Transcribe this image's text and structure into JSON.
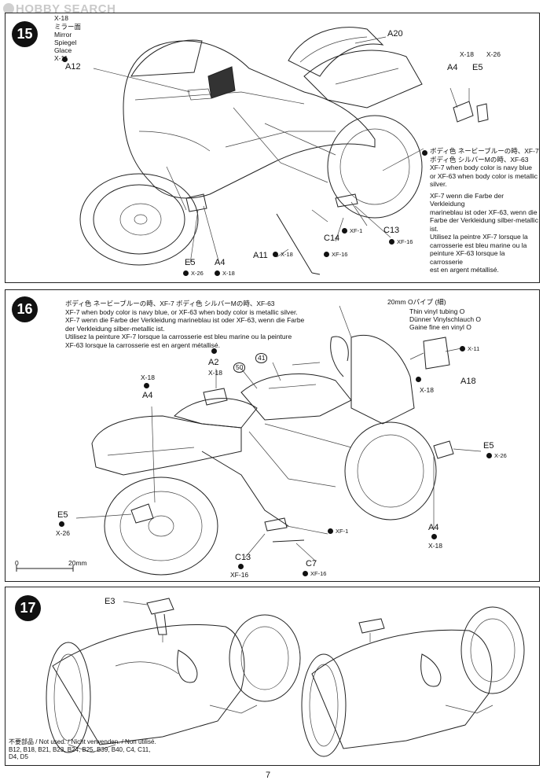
{
  "watermark": "HOBBY SEARCH",
  "page_number": "7",
  "step15": {
    "num": "15",
    "mirror_jp": "ミラー面",
    "mirror_en": "Mirror",
    "mirror_de": "Spiegel",
    "mirror_fr": "Glace",
    "x18_top": "X-18",
    "x11": "X-11",
    "label_a12": "A12",
    "label_a20": "A20",
    "label_a4_r": "A4",
    "label_e5_r": "E5",
    "x18_a4r": "X-18",
    "x26_e5r": "X-26",
    "label_e5_l": "E5",
    "x26_e5l": "X-26",
    "label_a4_l": "A4",
    "x18_a4l": "X-18",
    "label_a11": "A11",
    "x18_a11": "X-18",
    "label_c14": "C14",
    "xf16_c14": "XF-16",
    "xf1": "XF-1",
    "label_c13": "C13",
    "xf16_c13": "XF-16",
    "paint_jp1": "ボディ色 ネービーブルーの時、XF-7",
    "paint_jp2": "ボディ色 シルバーMの時、XF-63",
    "paint_en1": "XF-7 when body color is navy blue",
    "paint_en2": "or XF-63 when body color is metallic",
    "paint_en3": "silver.",
    "paint_de1": "XF-7 wenn die Farbe der Verkleidung",
    "paint_de2": "marineblau ist oder XF-63, wenn die",
    "paint_de3": "Farbe der Verkleidung silber-metallic",
    "paint_de4": "ist.",
    "paint_fr1": "Utilisez la peintre XF-7 lorsque la",
    "paint_fr2": "carrosserie est bleu marine ou la",
    "paint_fr3": "peinture XF-63 lorsque la carrosserie",
    "paint_fr4": "est en argent métallisé."
  },
  "step16": {
    "num": "16",
    "paint_jp": "ボディ色 ネービーブルーの時、XF-7  ボディ色 シルバーMの時、XF-63",
    "paint_en": "XF-7 when body color is navy blue, or XF-63 when body color is metallic silver.",
    "paint_de1": "XF-7 wenn die Farbe der Verkleidung marineblau ist oder XF-63, wenn die Farbe",
    "paint_de2": "der Verkleidung silber-metallic ist.",
    "paint_fr1": "Utilisez la peinture XF-7 lorsque la carrosserie est bleu marine ou la peinture",
    "paint_fr2": "XF-63 lorsque la carrosserie est en argent métallisé.",
    "tube_jp": "20mm Oパイプ (細)",
    "tube_en": "Thin vinyl tubing O",
    "tube_de": "Dünner Vinylschlauch O",
    "tube_fr": "Gaine fine en vinyl O",
    "x11": "X-11",
    "x18_a18": "X-18",
    "label_a18": "A18",
    "label_a2": "A2",
    "x18_a2": "X-18",
    "x18_a4l": "X-18",
    "label_a4_l": "A4",
    "circ50": "50",
    "circ41": "41",
    "label_e5_r": "E5",
    "x26_e5r": "X-26",
    "label_e5_l": "E5",
    "x26_e5l": "X-26",
    "label_a4_r": "A4",
    "x18_a4r": "X-18",
    "xf1": "XF-1",
    "label_c13": "C13",
    "xf16_c13": "XF-16",
    "label_c7": "C7",
    "xf16_c7": "XF-16",
    "scale_0": "0",
    "scale_20": "20mm"
  },
  "step17": {
    "num": "17",
    "label_e3": "E3",
    "unused_title": "不要部品 / Not used. / Nicht verwenden. / Non utilisé.",
    "unused_line1": "B12, B18, B21, B23, B24, B25, B39, B40, C4, C11,",
    "unused_line2": "D4, D5"
  }
}
